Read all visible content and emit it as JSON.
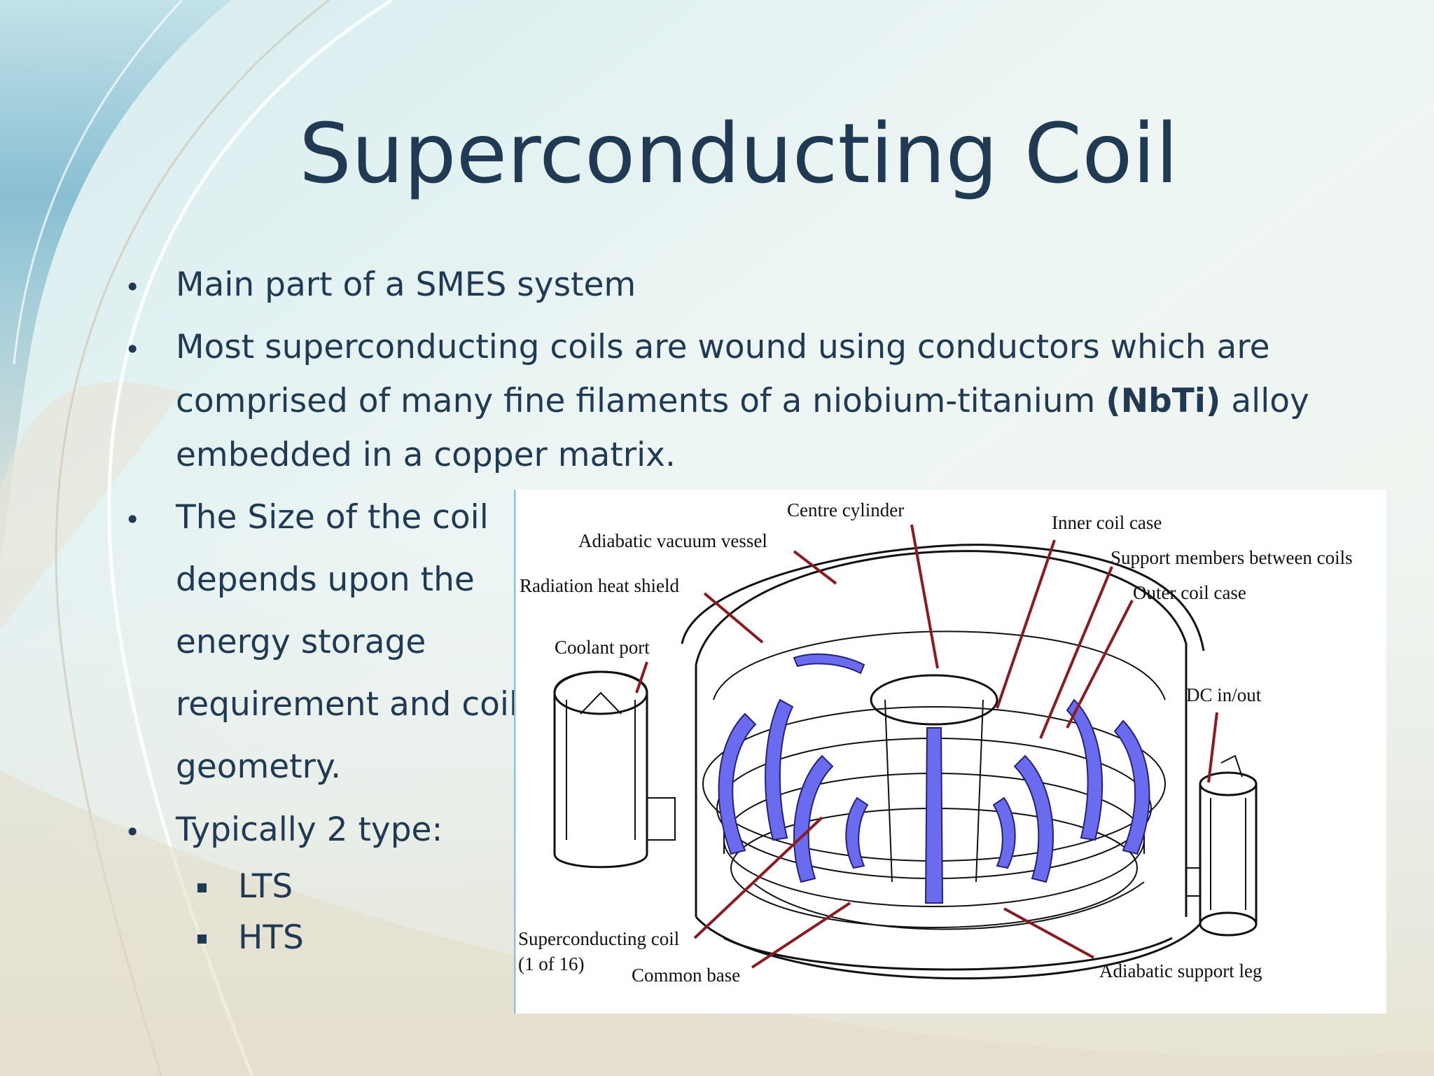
{
  "slide": {
    "title": "Superconducting Coil",
    "colors": {
      "title_text": "#1f3a52",
      "body_text": "#1f3a52",
      "coil_blue": "#6b6bef",
      "leader_red": "#8a1b22"
    },
    "bullets": {
      "b1": "Main part of a SMES system",
      "b2_line1": "Most superconducting coils are wound using conductors which are",
      "b2_line2_pre": "comprised of many fine filaments of a niobium-titanium ",
      "b2_line2_bold": "(NbTi)",
      "b2_line2_post": " alloy",
      "b2_line3": "embedded in a copper matrix.",
      "b3_line1": "The Size of the coil",
      "b3_line2": "depends upon the",
      "b3_line3": "energy storage",
      "b3_line4": "requirement and coil",
      "b3_line5": "geometry.",
      "b4": "Typically 2 type:",
      "sub1": "LTS",
      "sub2": "HTS"
    },
    "figure": {
      "labels": {
        "centre_cylinder": "Centre cylinder",
        "adiabatic_vacuum_vessel": "Adiabatic vacuum vessel",
        "inner_coil_case": "Inner coil case",
        "support_members": "Support members between coils",
        "radiation_heat_shield": "Radiation heat shield",
        "outer_coil_case": "Outer coil case",
        "coolant_port": "Coolant port",
        "dc_in_out": "DC in/out",
        "superconducting_coil": "Superconducting coil",
        "one_of_sixteen": "(1 of 16)",
        "common_base": "Common base",
        "adiabatic_support_leg": "Adiabatic support leg"
      }
    }
  }
}
